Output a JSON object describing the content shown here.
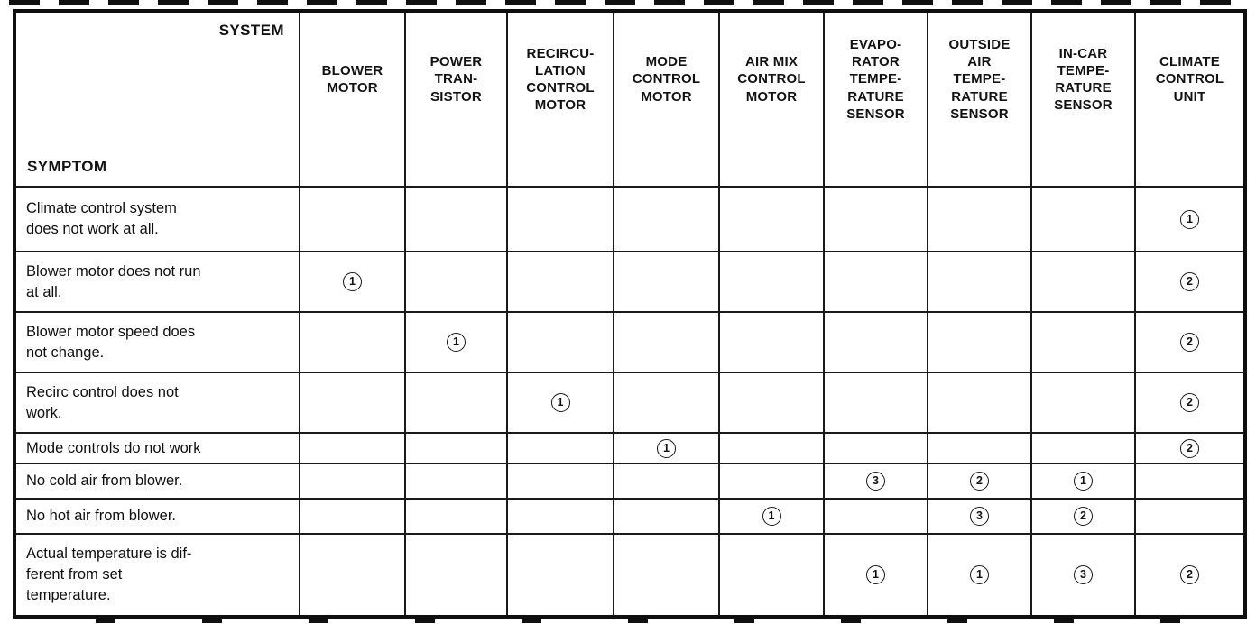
{
  "page": {
    "paper_color": "#ffffff",
    "ink_color": "#141414"
  },
  "table": {
    "corner": {
      "system_label": "SYSTEM",
      "symptom_label": "SYMPTOM"
    },
    "columns": [
      {
        "id": "blower-motor",
        "label": "BLOWER\nMOTOR"
      },
      {
        "id": "power-transistor",
        "label": "POWER\nTRAN-\nSISTOR"
      },
      {
        "id": "recirculation-control-motor",
        "label": "RECIRCU-\nLATION\nCONTROL\nMOTOR"
      },
      {
        "id": "mode-control-motor",
        "label": "MODE\nCONTROL\nMOTOR"
      },
      {
        "id": "air-mix-control-motor",
        "label": "AIR MIX\nCONTROL\nMOTOR"
      },
      {
        "id": "evaporator-temperature-sensor",
        "label": "EVAPO-\nRATOR\nTEMPE-\nRATURE\nSENSOR"
      },
      {
        "id": "outside-air-temperature-sensor",
        "label": "OUTSIDE\nAIR\nTEMPE-\nRATURE\nSENSOR"
      },
      {
        "id": "in-car-temperature-sensor",
        "label": "IN-CAR\nTEMPE-\nRATURE\nSENSOR"
      },
      {
        "id": "climate-control-unit",
        "label": "CLIMATE\nCONTROL\nUNIT"
      }
    ],
    "rows": [
      {
        "symptom": "Climate control system\ndoes not work at all.",
        "cells": [
          "",
          "",
          "",
          "",
          "",
          "",
          "",
          "",
          "1"
        ]
      },
      {
        "symptom": "Blower motor does not run\nat all.",
        "cells": [
          "1",
          "",
          "",
          "",
          "",
          "",
          "",
          "",
          "2"
        ]
      },
      {
        "symptom": "Blower motor speed does\nnot change.",
        "cells": [
          "",
          "1",
          "",
          "",
          "",
          "",
          "",
          "",
          "2"
        ]
      },
      {
        "symptom": "Recirc control does not\nwork.",
        "cells": [
          "",
          "",
          "1",
          "",
          "",
          "",
          "",
          "",
          "2"
        ]
      },
      {
        "symptom": "Mode controls do not work",
        "cells": [
          "",
          "",
          "",
          "1",
          "",
          "",
          "",
          "",
          "2"
        ]
      },
      {
        "symptom": "No cold air from blower.",
        "cells": [
          "",
          "",
          "",
          "",
          "",
          "3",
          "2",
          "1",
          ""
        ]
      },
      {
        "symptom": "No hot air from blower.",
        "cells": [
          "",
          "",
          "",
          "",
          "1",
          "",
          "3",
          "2",
          ""
        ]
      },
      {
        "symptom": "Actual temperature is dif-\nferent from set\ntemperature.",
        "cells": [
          "",
          "",
          "",
          "",
          "",
          "1",
          "1",
          "3",
          "2"
        ]
      }
    ]
  }
}
